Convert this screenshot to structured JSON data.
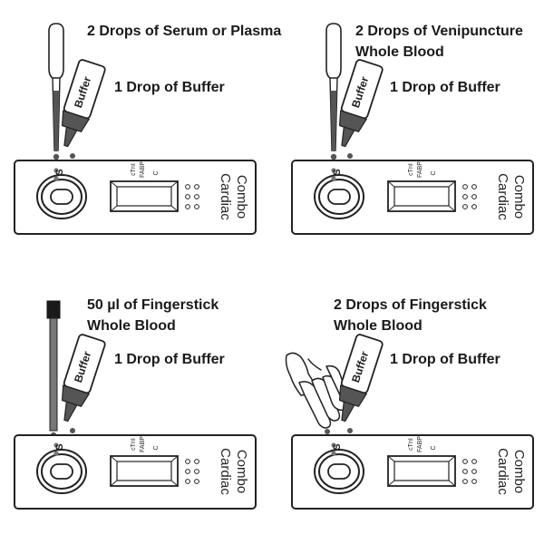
{
  "panels": [
    {
      "id": "serum",
      "sample_line1": "2 Drops of Serum or Plasma",
      "sample_line2": "",
      "buffer_text": "1 Drop of Buffer"
    },
    {
      "id": "venipuncture",
      "sample_line1": "2 Drops of Venipuncture",
      "sample_line2": "Whole Blood",
      "buffer_text": "1 Drop of Buffer"
    },
    {
      "id": "fingerstick-tube",
      "sample_line1": "50 µl of Fingerstick",
      "sample_line2": "Whole Blood",
      "buffer_text": "1 Drop of Buffer"
    },
    {
      "id": "fingerstick-drops",
      "sample_line1": "2 Drops of Fingerstick",
      "sample_line2": "Whole Blood",
      "buffer_text": "1 Drop of Buffer"
    }
  ],
  "device": {
    "bottle_label": "Buffer",
    "sample_well_label": "S",
    "line_labels": [
      "cTnI",
      "FABP",
      "C"
    ],
    "brand_line1": "Cardiac",
    "brand_line2": "Combo"
  },
  "icons": {
    "pipette": "dropper-pipette-icon",
    "capillary": "capillary-tube-icon",
    "finger": "hand-finger-icon",
    "bottle": "buffer-bottle-icon"
  }
}
